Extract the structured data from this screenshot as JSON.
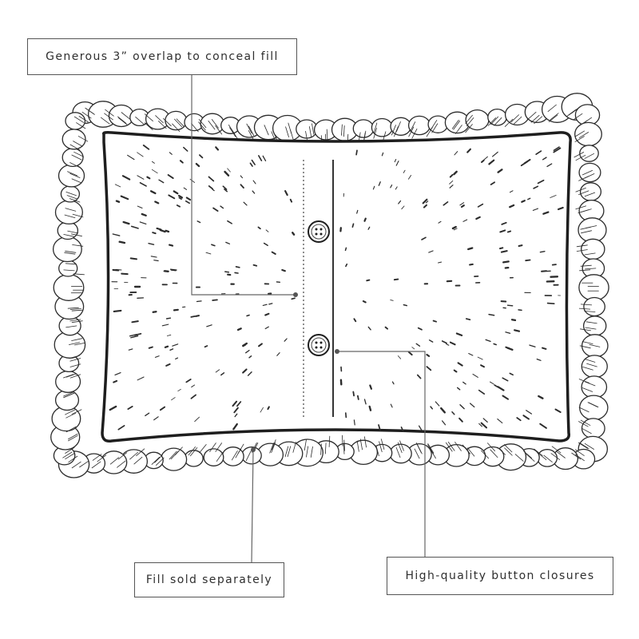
{
  "callouts": {
    "overlap": "Generous 3” overlap to conceal fill",
    "fill": "Fill sold separately",
    "buttons": "High-quality button closures"
  },
  "colors": {
    "ink": "#2b2b2b",
    "leader_line": "#666666",
    "box_border": "#555555",
    "background": "#ffffff"
  },
  "icons": {
    "button": "four-hole-button-icon",
    "pillow": "ruffled-pillow-sham-illustration"
  }
}
